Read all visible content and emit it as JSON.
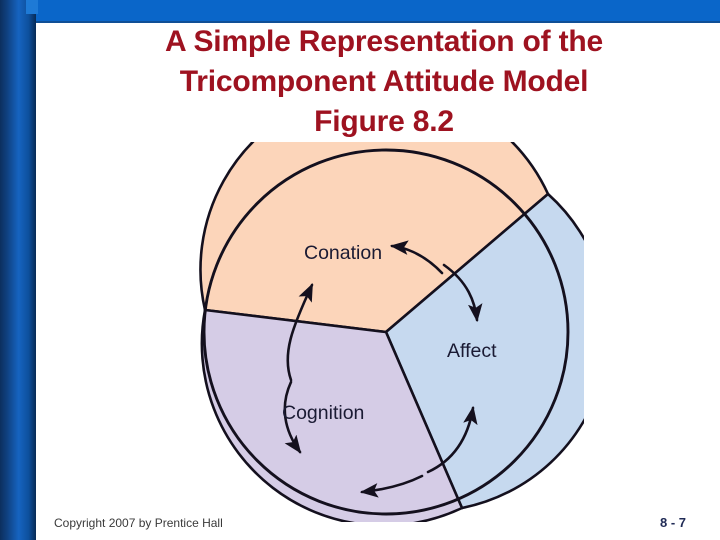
{
  "slide": {
    "title_lines": [
      "A Simple Representation of the",
      "Tricomponent Attitude Model",
      "Figure 8.2"
    ],
    "title_color": "#9e1220",
    "background_color": "#ffffff",
    "accent_band_color": "#0a66c9"
  },
  "figure": {
    "name": "Tricomponent Attitude Model",
    "segments": [
      {
        "label": "Conation",
        "fill": "#fcd5ba",
        "position": "top",
        "start_angle_deg": -90,
        "end_angle_deg": 40
      },
      {
        "label": "Affect",
        "fill": "#c6d9ef",
        "position": "right",
        "start_angle_deg": 40,
        "end_angle_deg": 125
      },
      {
        "label": "Cognition",
        "fill": "#d5cce6",
        "position": "bottom-left",
        "start_angle_deg": 125,
        "end_angle_deg": 270
      }
    ],
    "arrows": [
      {
        "name": "affect-to-conation",
        "from": "Affect",
        "to": "Conation",
        "heads": 1
      },
      {
        "name": "conation-to-affect",
        "from": "Conation",
        "to": "Affect",
        "heads": 1
      },
      {
        "name": "conation-cognition-bidirectional",
        "from": "Conation",
        "to": "Cognition",
        "heads": 2
      },
      {
        "name": "cognition-to-affect",
        "from": "Cognition",
        "to": "Affect",
        "heads": 1
      },
      {
        "name": "affect-to-cognition",
        "from": "Affect",
        "to": "Cognition",
        "heads": 1
      }
    ],
    "outline_color": "#14101e",
    "label_color": "#1a1a33"
  },
  "footer": {
    "copyright": "Copyright 2007 by Prentice Hall",
    "page_number": "8 - 7"
  }
}
